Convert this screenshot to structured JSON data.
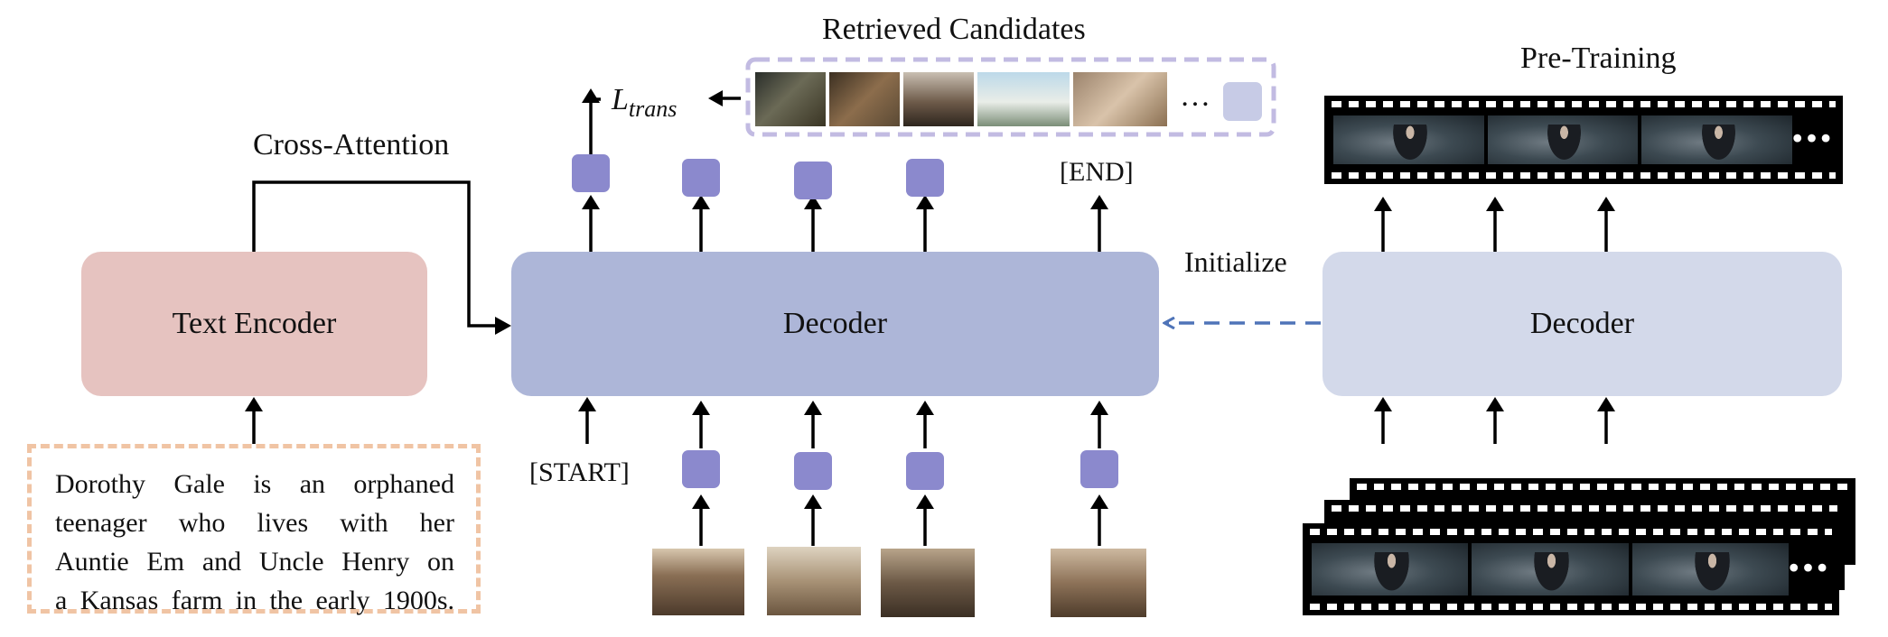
{
  "retrieved_candidates": {
    "title": "Retrieved Candidates",
    "ellipsis": "…",
    "num_thumbs": 5
  },
  "loss": {
    "base": "L",
    "subscript": "trans"
  },
  "cross_attention": "Cross-Attention",
  "text_encoder": "Text Encoder",
  "decoder_main": "Decoder",
  "decoder_pretrain": "Decoder",
  "initialize": "Initialize",
  "pre_training": "Pre-Training",
  "end_token": "[END]",
  "start_token": "[START]",
  "story_lines": [
    "Dorothy Gale is an orphaned",
    "teenager who lives with her",
    "Auntie Em and Uncle Henry on",
    "a Kansas farm in the early 1900s."
  ],
  "film_ellipsis": "•••",
  "colors": {
    "text_encoder_fill": "#e6c3c0",
    "decoder_fill": "#adb6d8",
    "decoder_pretrain_fill": "#d3d9ea",
    "token_fill": "#8b89cd",
    "candidate_border": "#c2bbe2",
    "story_border": "#f0c4a4",
    "init_arrow": "#4f74b8"
  }
}
